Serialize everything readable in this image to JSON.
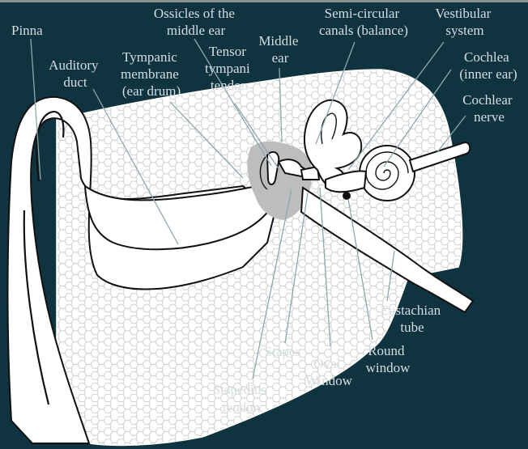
{
  "diagram": {
    "colors": {
      "background": "#0f3440",
      "label_text": "#d6dde0",
      "leader_line": "#8ea7ae",
      "tissue_fill": "#ffffff",
      "hex_grid": "#c9c9c9",
      "middle_ear_cavity": "#bdbdbd"
    },
    "labels": {
      "pinna": "Pinna",
      "auditory_duct_1": "Auditory",
      "auditory_duct_2": "duct",
      "tympanic_1": "Tympanic",
      "tympanic_2": "membrane",
      "tympanic_3": "(ear drum)",
      "ossicles_1": "Ossicles of the",
      "ossicles_2": "middle ear",
      "tensor_1": "Tensor",
      "tensor_2": "tympani",
      "tensor_3": "tendon",
      "middle_ear_1": "Middle",
      "middle_ear_2": "ear",
      "semicircular_1": "Semi-circular",
      "semicircular_2": "canals (balance)",
      "vestibular_1": "Vestibular",
      "vestibular_2": "system",
      "cochlea_1": "Cochlea",
      "cochlea_2": "(inner ear)",
      "cochlear_nerve_1": "Cochlear",
      "cochlear_nerve_2": "nerve",
      "eustachian_1": "Eustachian",
      "eustachian_2": "tube",
      "round_window_1": "Round",
      "round_window_2": "window",
      "oval_window_1": "Oval",
      "oval_window_2": "Window",
      "stapes": "Stapes",
      "stapedius_1": "Stapedius",
      "stapedius_2": "tendon"
    }
  }
}
